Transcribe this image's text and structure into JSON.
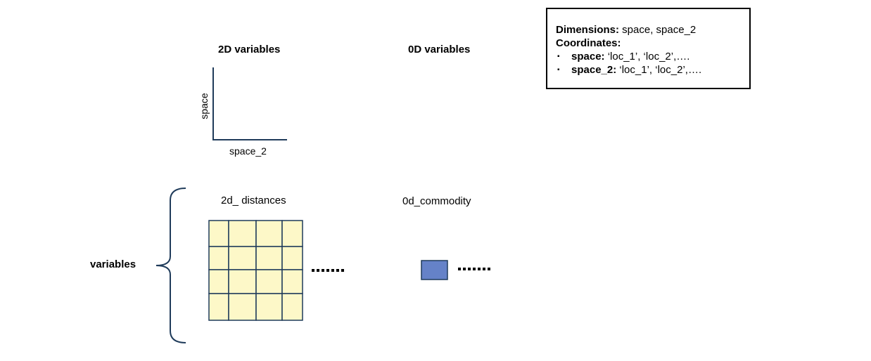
{
  "headings": {
    "vars_2d": "2D variables",
    "vars_0d": "0D variables"
  },
  "axes": {
    "y_label": "space",
    "x_label": "space_2"
  },
  "variables_label": "variables",
  "var_2d_name": "2d_ distances",
  "var_0d_name": "0d_commodity",
  "legend": {
    "dimensions_key": "Dimensions:",
    "dimensions_value": " space, space_2",
    "coordinates_key": "Coordinates:",
    "items": [
      {
        "bullet": "▪",
        "key": "space:",
        "value": " ‘loc_1’, ‘loc_2’,…."
      },
      {
        "bullet": "▪",
        "key": "space_2:",
        "value": " ‘loc_1’, ‘loc_2’,…."
      }
    ]
  },
  "colors": {
    "axis": "#1f3b5a",
    "grid_fill": "#fdf8c8",
    "grid_stroke": "#1f3b5a",
    "commodity_fill": "#6582c8",
    "commodity_stroke": "#1f3b5a",
    "brace": "#1f3b5a"
  },
  "grid": {
    "rows": 4,
    "cols": 4
  },
  "icons": {
    "ellipsis_2d": "dotted-ellipsis-icon",
    "ellipsis_0d": "dotted-ellipsis-icon"
  }
}
